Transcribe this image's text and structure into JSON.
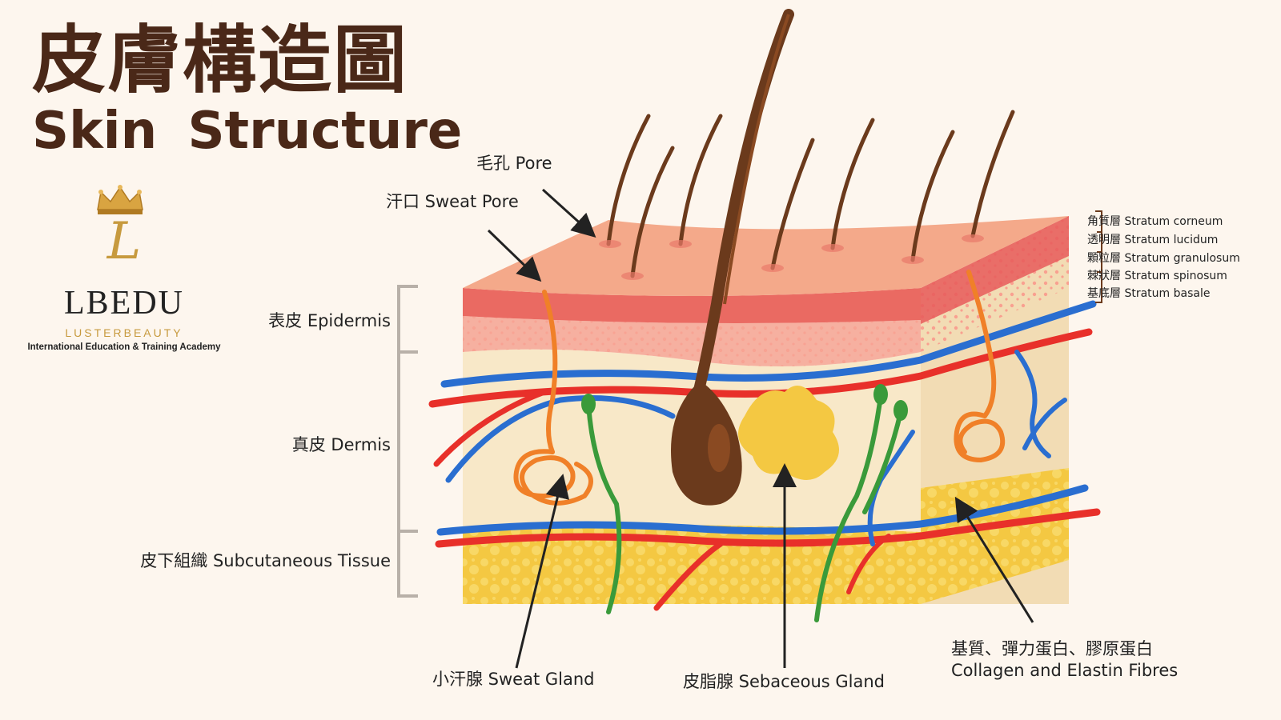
{
  "title": {
    "zh": "皮膚構造圖",
    "en": "Skin  Structure"
  },
  "logo": {
    "letter": "L",
    "name": "LBEDU",
    "subtitle": "LUSTERBEAUTY",
    "tagline": "International Education & Training Academy",
    "crown_icon": "crown-icon",
    "accent_color": "#c79a3e"
  },
  "labels": {
    "pore": "毛孔 Pore",
    "sweat_pore": "汗口 Sweat Pore",
    "epidermis": "表皮 Epidermis",
    "dermis": "真皮 Dermis",
    "subcutaneous": "皮下組織 Subcutaneous Tissue",
    "sweat_gland": "小汗腺 Sweat Gland",
    "sebaceous_gland": "皮脂腺 Sebaceous Gland",
    "fibres_zh": "基質、彈力蛋白、膠原蛋白",
    "fibres_en": "Collagen and Elastin Fibres"
  },
  "epidermis_layers": [
    "角質層 Stratum corneum",
    "透明層 Stratum lucidum",
    "顆粒層 Stratum granulosum",
    "棘狀層 Stratum spinosum",
    "基底層 Stratum basale"
  ],
  "colors": {
    "title": "#4a2818",
    "skin_surface": "#f4a98a",
    "epidermis": "#f08a7a",
    "dermis": "#f8e8c8",
    "fat": "#f4c842",
    "hair": "#6b3a1c",
    "artery": "#e8302a",
    "vein": "#2a6ed0",
    "sweat_gland": "#f08028",
    "nerve": "#3a9a3a"
  }
}
